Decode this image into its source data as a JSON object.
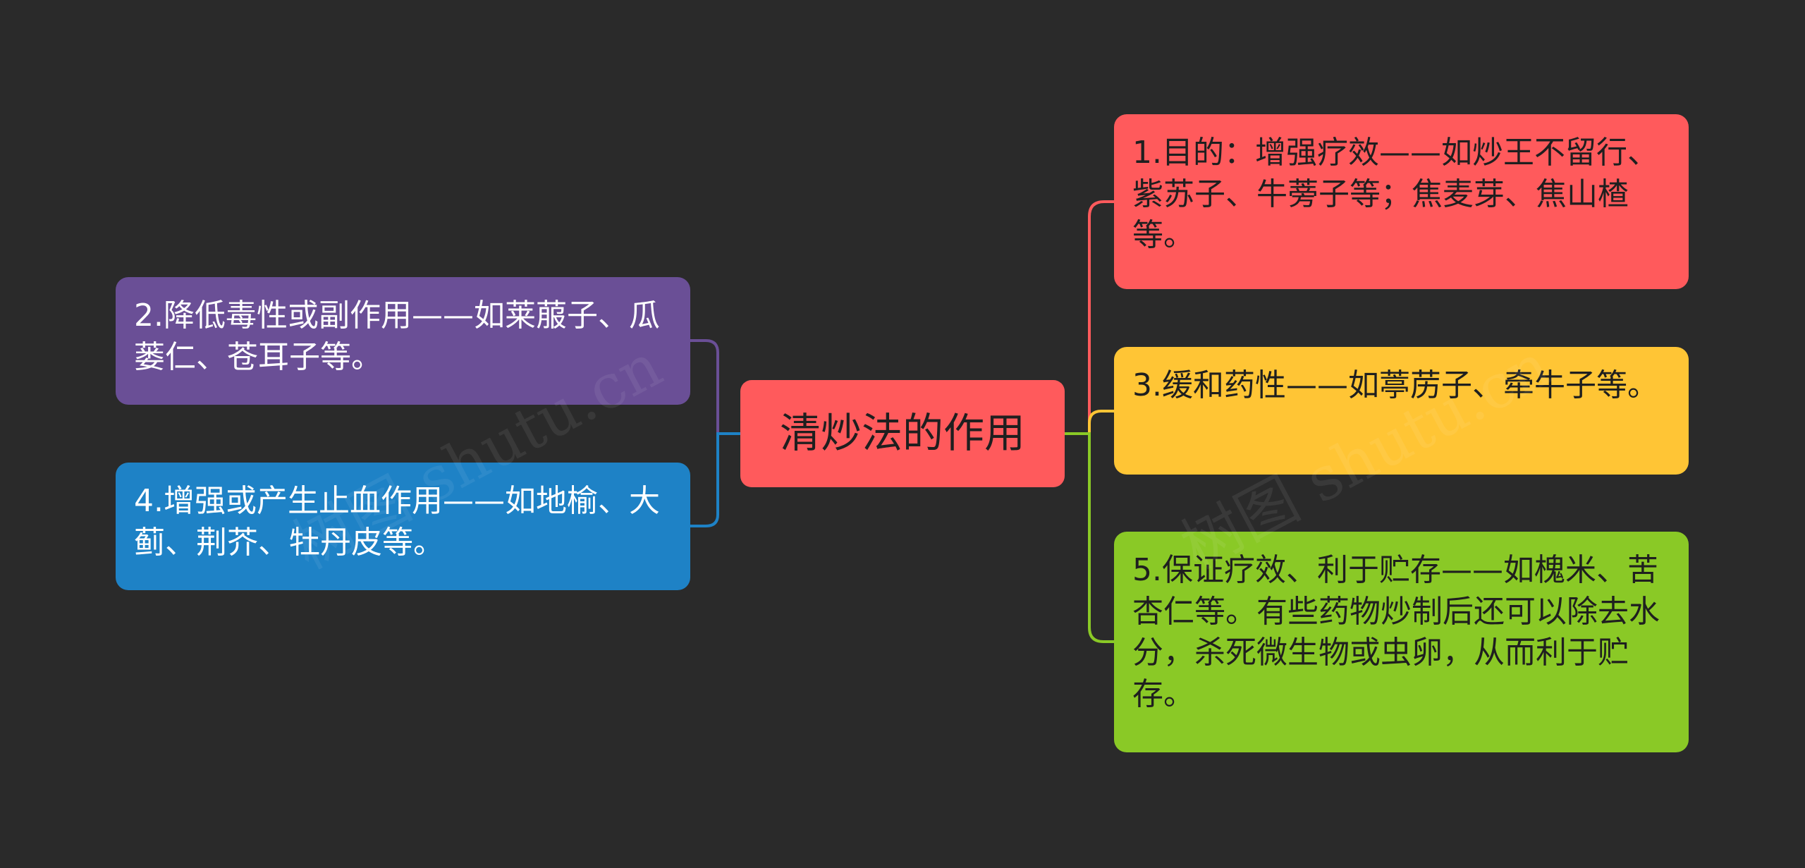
{
  "mindmap": {
    "root": {
      "label": "清炒法的作用",
      "color": "#ff5a5c"
    },
    "branches": [
      {
        "id": "1",
        "side": "right",
        "label": "1.目的：增强疗效——如炒王不留行、紫苏子、牛蒡子等；焦麦芽、焦山楂等。",
        "color": "#ff5a5c"
      },
      {
        "id": "2",
        "side": "left",
        "label": "2.降低毒性或副作用——如莱菔子、瓜蒌仁、苍耳子等。",
        "color": "#6a4f96"
      },
      {
        "id": "3",
        "side": "right",
        "label": "3.缓和药性——如葶苈子、牵牛子等。",
        "color": "#ffc535"
      },
      {
        "id": "4",
        "side": "left",
        "label": "4.增强或产生止血作用——如地榆、大蓟、荆芥、牡丹皮等。",
        "color": "#1e82c6"
      },
      {
        "id": "5",
        "side": "right",
        "label": "5.保证疗效、利于贮存——如槐米、苦杏仁等。有些药物炒制后还可以除去水分，杀死微生物或虫卵，从而利于贮存。",
        "color": "#8ac926"
      }
    ]
  },
  "watermark": {
    "text": "树图 shutu.cn"
  }
}
